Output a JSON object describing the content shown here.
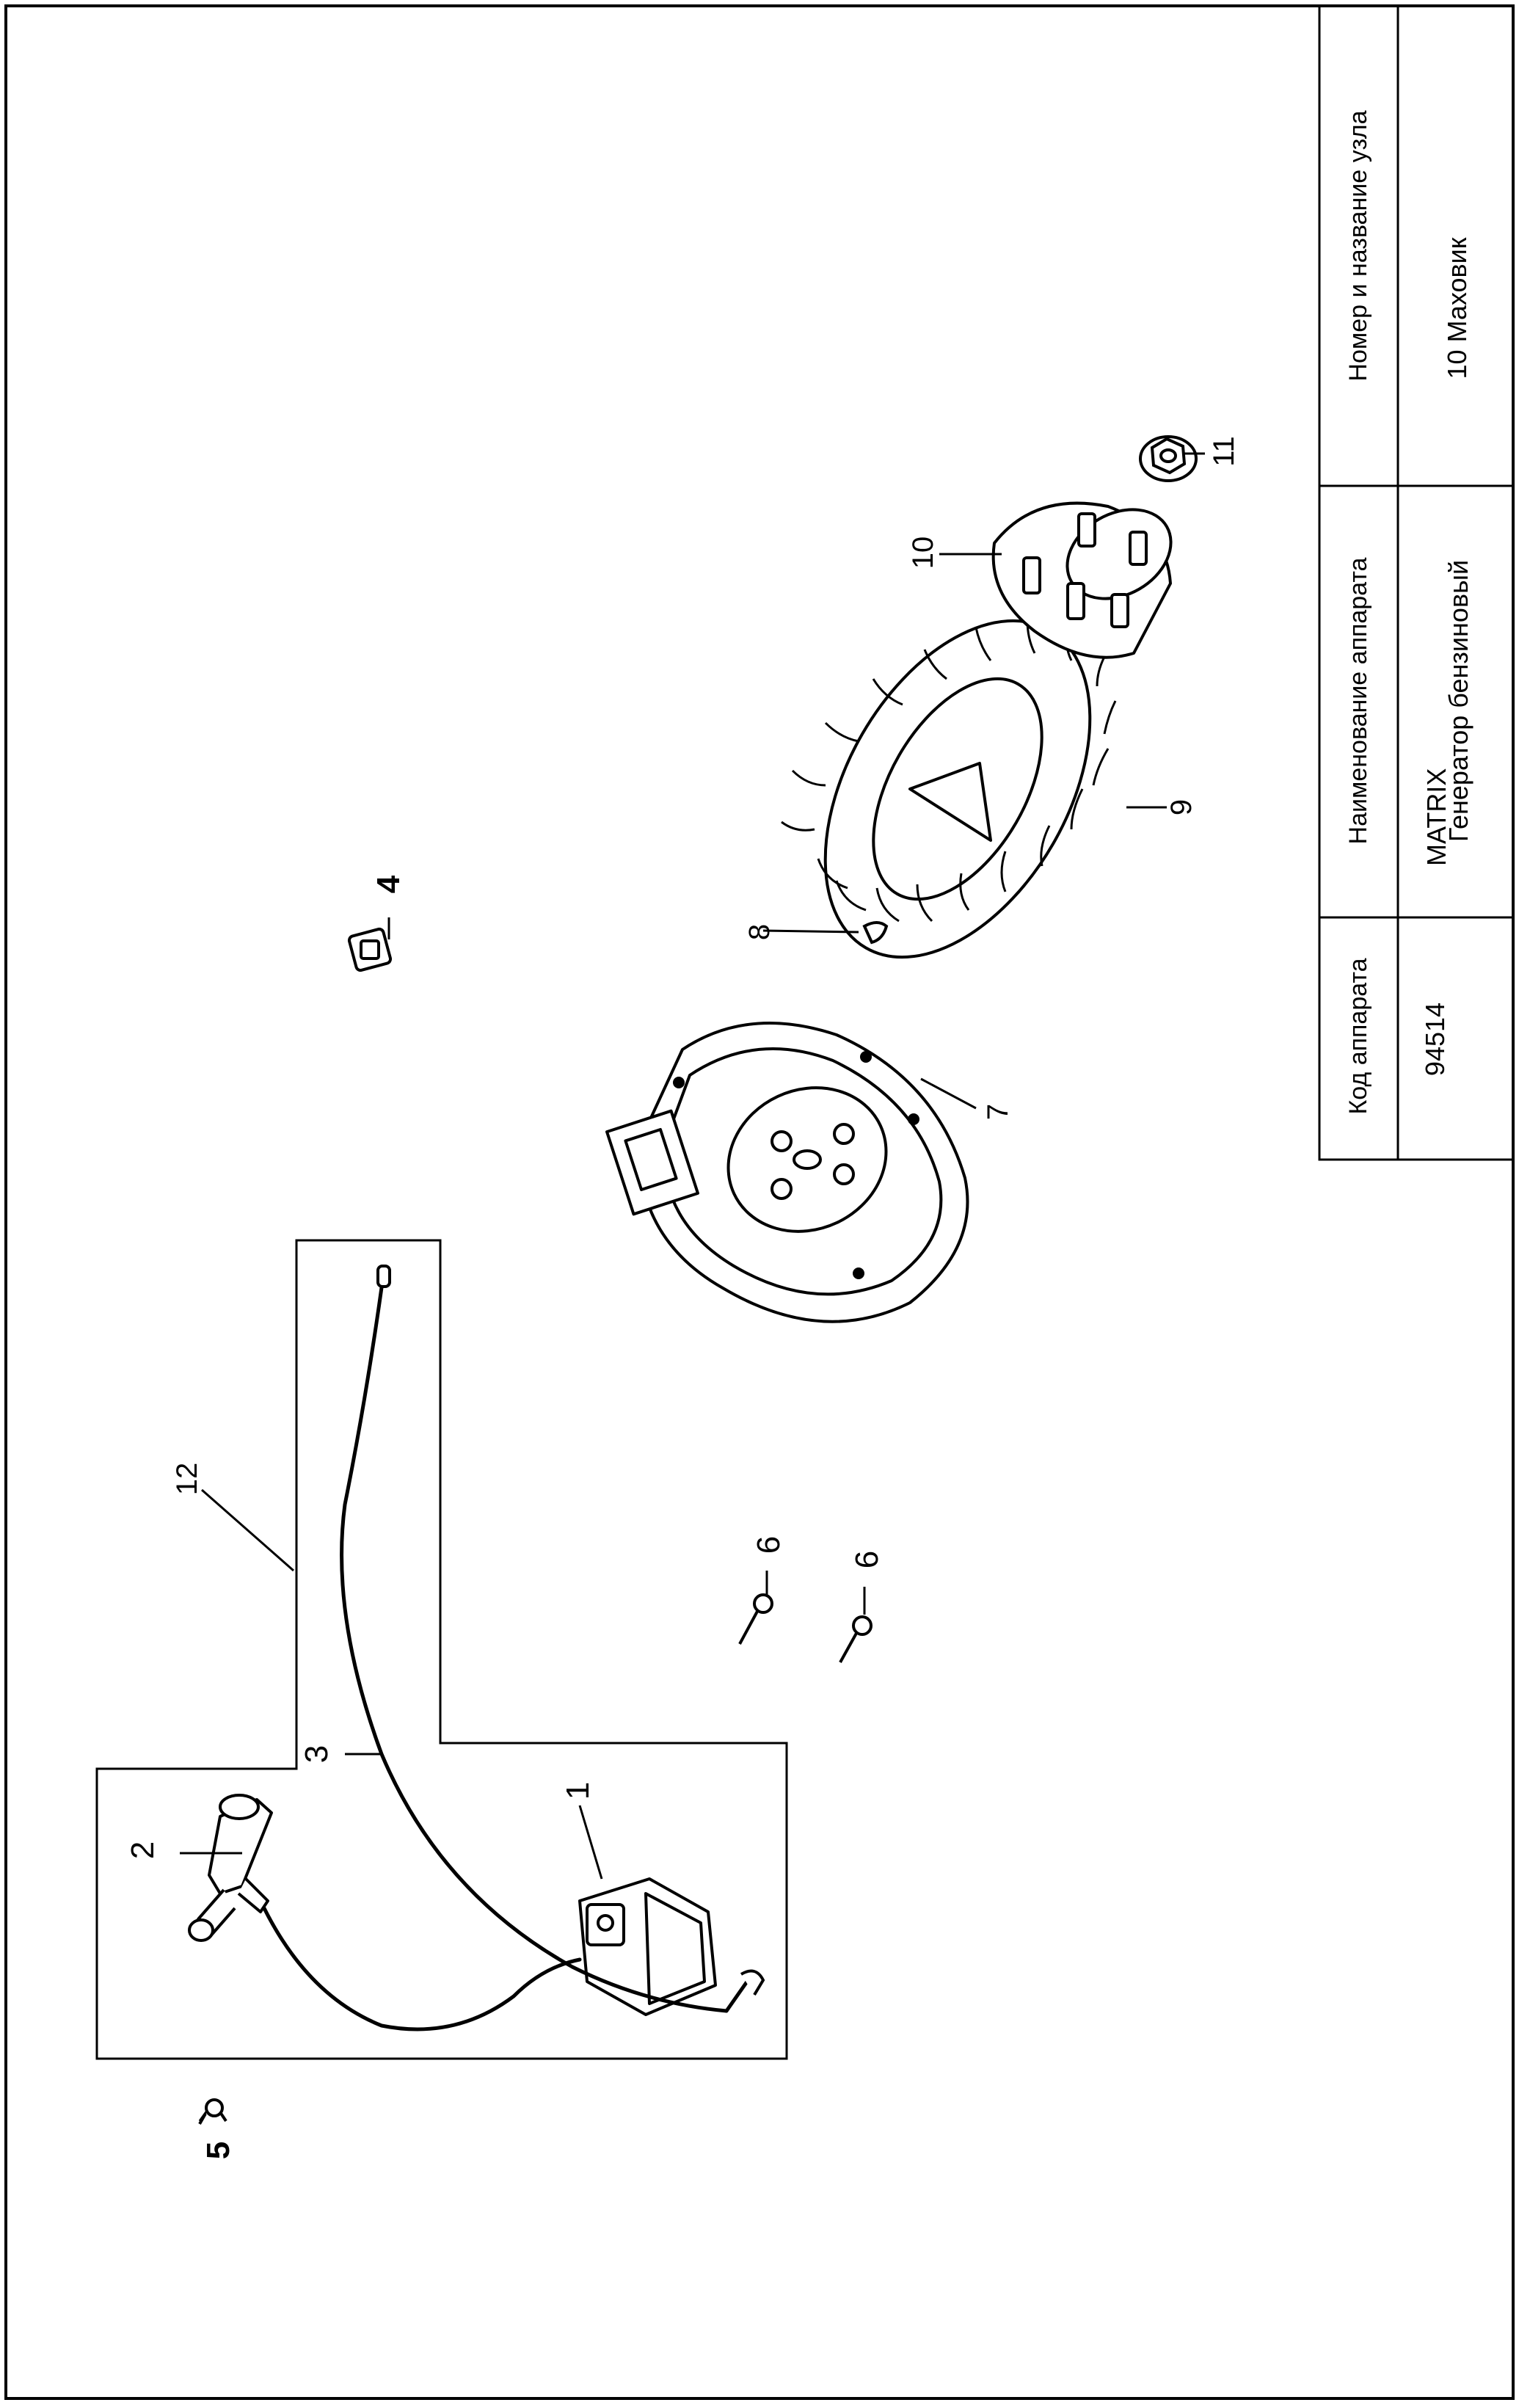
{
  "title_block": {
    "headers": {
      "code": "Код аппарата",
      "name": "Наименование аппарата",
      "assembly": "Номер и название узла"
    },
    "values": {
      "code": "94514",
      "name_line1": "Генератор бензиновый",
      "name_line2": "MATRIX",
      "assembly": "10 Маховик"
    }
  },
  "callouts": [
    "1",
    "2",
    "3",
    "4",
    "5",
    "6",
    "6",
    "7",
    "8",
    "9",
    "10",
    "11",
    "12"
  ]
}
